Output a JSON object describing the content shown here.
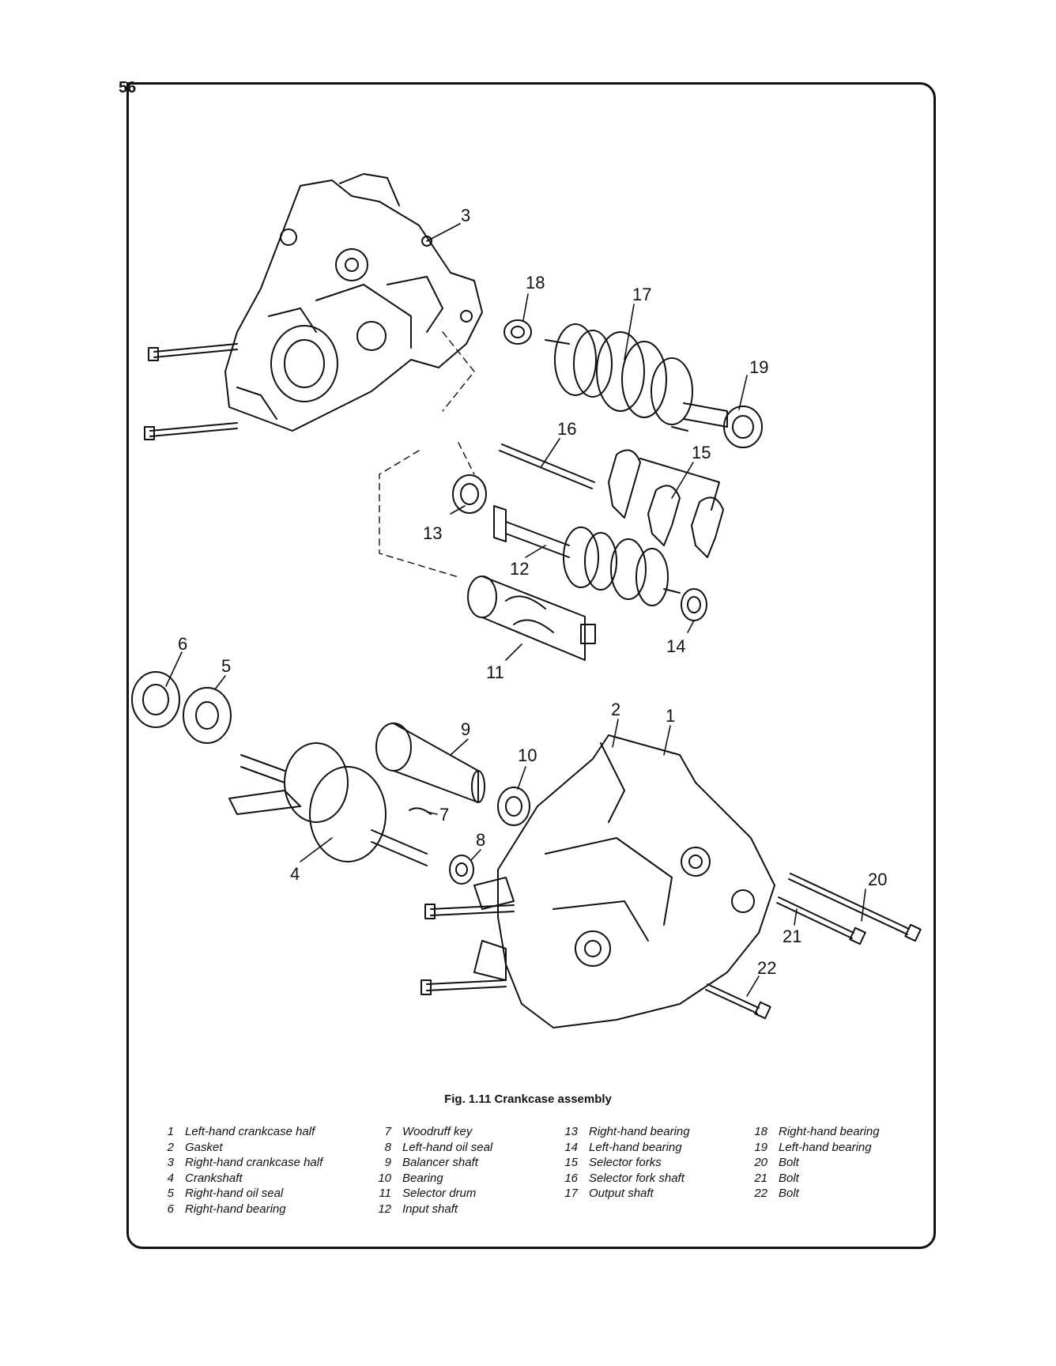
{
  "page_number": "56",
  "figure": {
    "caption": "Fig. 1.11 Crankcase assembly",
    "callouts": [
      "1",
      "2",
      "3",
      "4",
      "5",
      "6",
      "7",
      "8",
      "9",
      "10",
      "11",
      "12",
      "13",
      "14",
      "15",
      "16",
      "17",
      "18",
      "19",
      "20",
      "21",
      "22"
    ]
  },
  "legend": {
    "col1": [
      {
        "num": "1",
        "label": "Left-hand crankcase half"
      },
      {
        "num": "2",
        "label": "Gasket"
      },
      {
        "num": "3",
        "label": "Right-hand crankcase half"
      },
      {
        "num": "4",
        "label": "Crankshaft"
      },
      {
        "num": "5",
        "label": "Right-hand oil seal"
      },
      {
        "num": "6",
        "label": "Right-hand bearing"
      }
    ],
    "col2": [
      {
        "num": "7",
        "label": "Woodruff key"
      },
      {
        "num": "8",
        "label": "Left-hand oil seal"
      },
      {
        "num": "9",
        "label": "Balancer shaft"
      },
      {
        "num": "10",
        "label": "Bearing"
      },
      {
        "num": "11",
        "label": "Selector drum"
      },
      {
        "num": "12",
        "label": "Input shaft"
      }
    ],
    "col3": [
      {
        "num": "13",
        "label": "Right-hand bearing"
      },
      {
        "num": "14",
        "label": "Left-hand bearing"
      },
      {
        "num": "15",
        "label": "Selector forks"
      },
      {
        "num": "16",
        "label": "Selector fork shaft"
      },
      {
        "num": "17",
        "label": "Output shaft"
      }
    ],
    "col4": [
      {
        "num": "18",
        "label": "Right-hand bearing"
      },
      {
        "num": "19",
        "label": "Left-hand bearing"
      },
      {
        "num": "20",
        "label": "Bolt"
      },
      {
        "num": "21",
        "label": "Bolt"
      },
      {
        "num": "22",
        "label": "Bolt"
      }
    ]
  }
}
